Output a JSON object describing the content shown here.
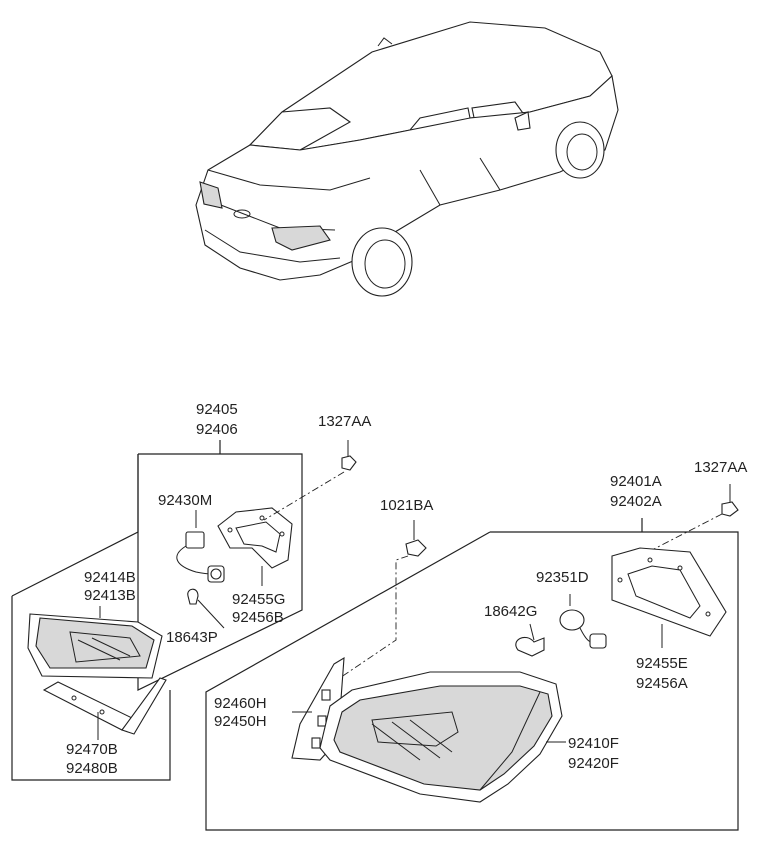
{
  "labels": {
    "p92405": "92405",
    "p92406": "92406",
    "p1327AA_left": "1327AA",
    "p92430M": "92430M",
    "p92414B": "92414B",
    "p92413B": "92413B",
    "p92455G": "92455G",
    "p92456B": "92456B",
    "p18643P": "18643P",
    "p92470B": "92470B",
    "p92480B": "92480B",
    "p1021BA": "1021BA",
    "p92401A": "92401A",
    "p92402A": "92402A",
    "p1327AA_right": "1327AA",
    "p92351D": "92351D",
    "p18642G": "18642G",
    "p92455E": "92455E",
    "p92456A": "92456A",
    "p92460H": "92460H",
    "p92450H": "92450H",
    "p92410F": "92410F",
    "p92420F": "92420F"
  }
}
